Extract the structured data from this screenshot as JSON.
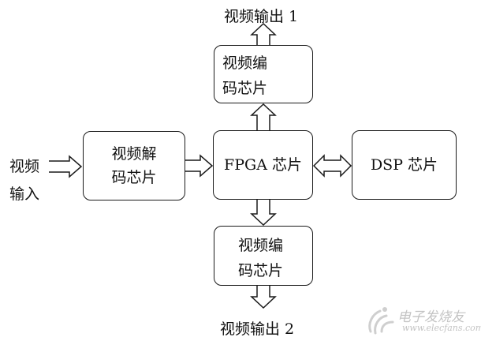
{
  "diagram": {
    "input_label_lines": [
      "视频",
      "输入"
    ],
    "output_top_label": "视频输出 1",
    "output_bottom_label": "视频输出 2",
    "boxes": {
      "encoder_top": [
        "视频编",
        "码芯片"
      ],
      "decoder": [
        "视频解",
        "码芯片"
      ],
      "fpga": "FPGA 芯片",
      "dsp": "DSP 芯片",
      "encoder_bottom": [
        "视频编",
        "码芯片"
      ]
    }
  },
  "watermark": {
    "text": "电子发烧友",
    "site": "www.elecfans.com"
  }
}
